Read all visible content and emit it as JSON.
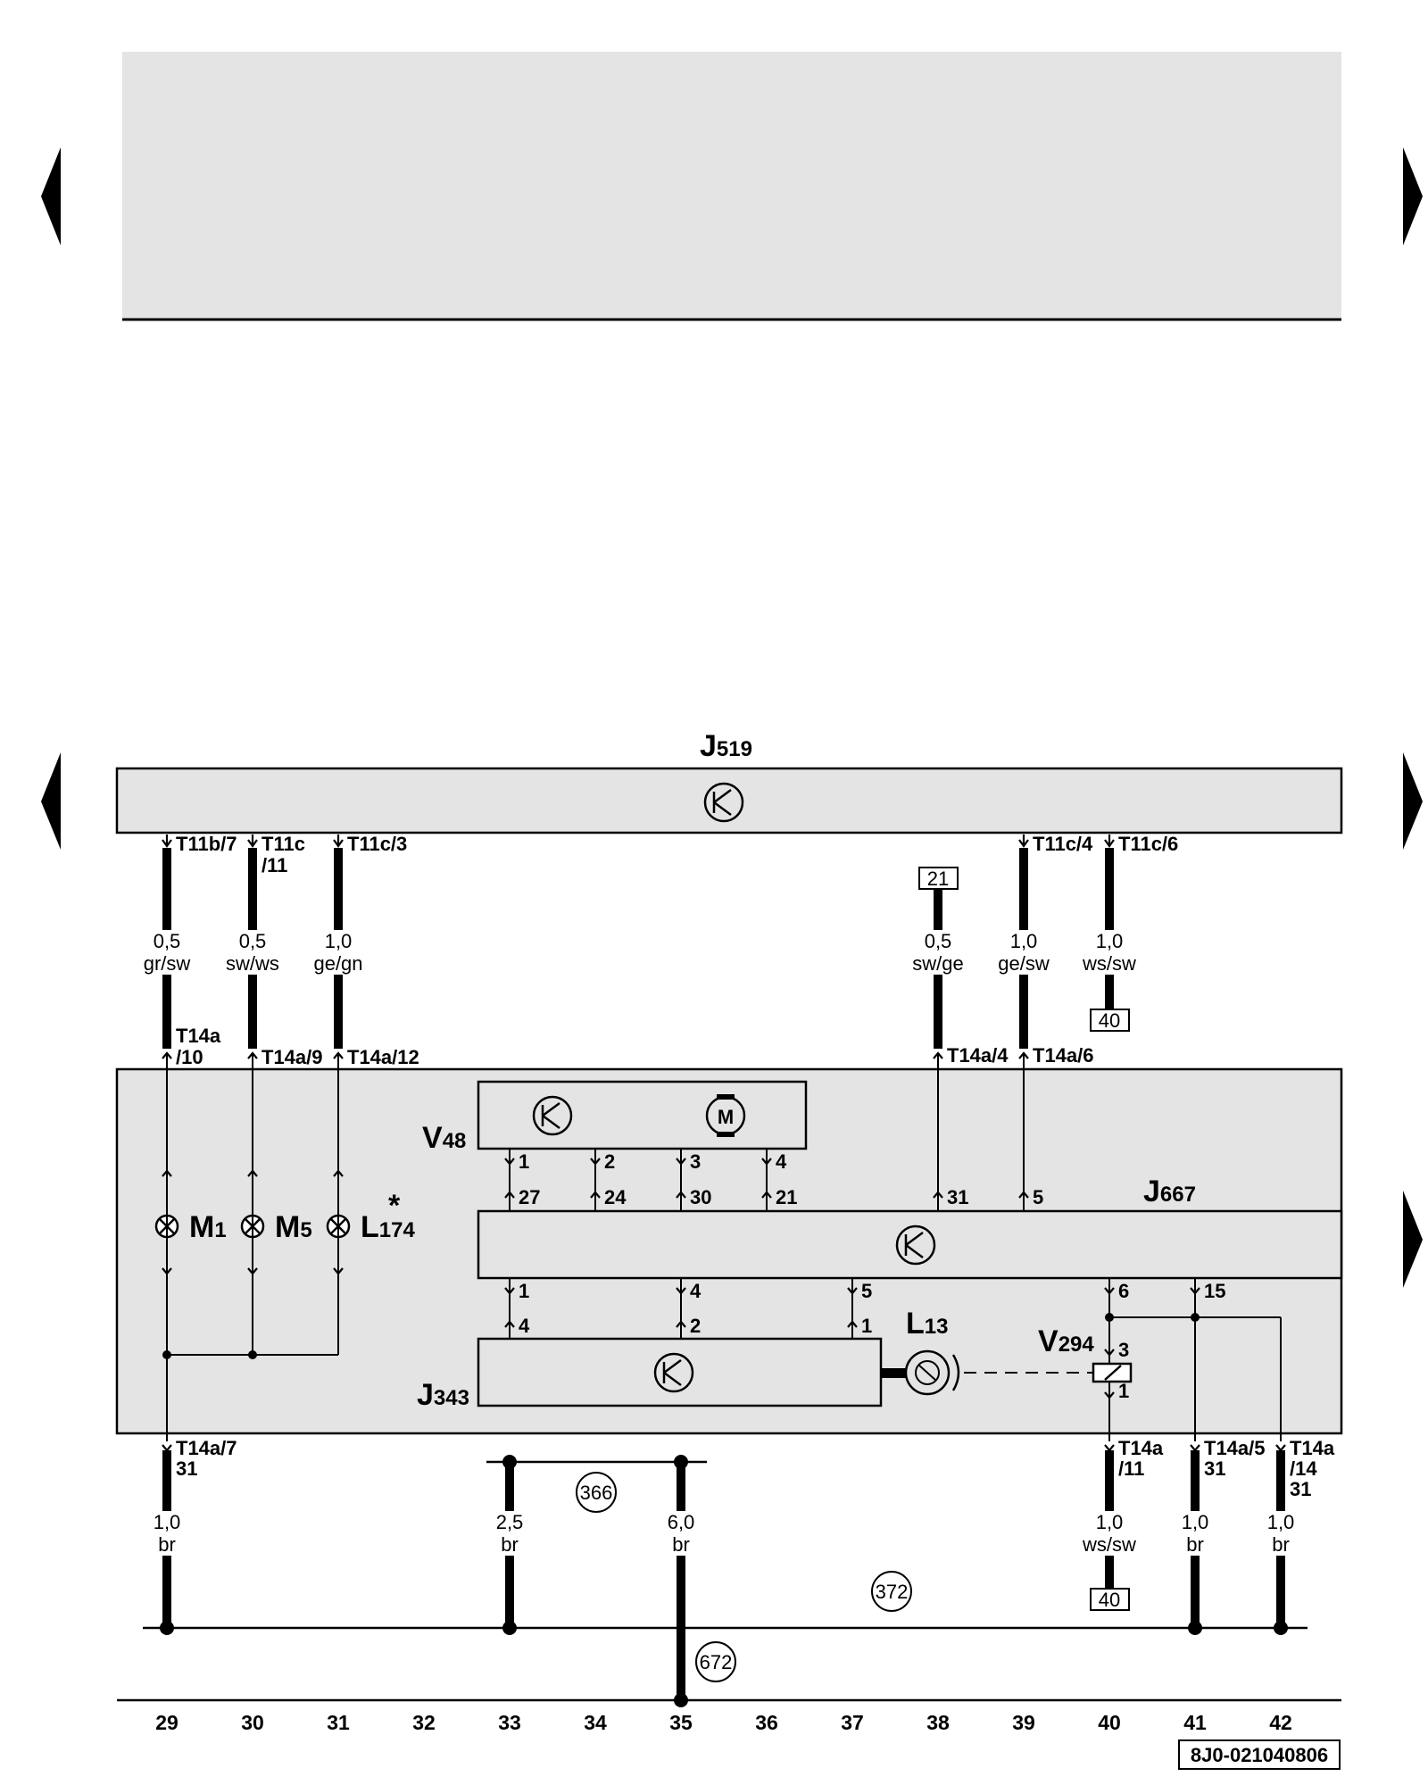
{
  "components": {
    "j519": {
      "letter": "J",
      "num": "519"
    },
    "j667": {
      "letter": "J",
      "num": "667"
    },
    "j343": {
      "letter": "J",
      "num": "343"
    },
    "v48": {
      "letter": "V",
      "num": "48"
    },
    "v294": {
      "letter": "V",
      "num": "294"
    },
    "l13": {
      "letter": "L",
      "num": "13"
    },
    "m1": {
      "letter": "M",
      "num": "1"
    },
    "m5": {
      "letter": "M",
      "num": "5"
    },
    "l174": {
      "letter": "L",
      "num": "174",
      "star": "*"
    },
    "motor": {
      "letter": "M"
    }
  },
  "connectors": {
    "t11b7": "T11b/7",
    "t11c11a": "T11c",
    "t11c11b": "/11",
    "t11c3": "T11c/3",
    "t11c4": "T11c/4",
    "t11c6": "T11c/6",
    "t14a10a": "T14a",
    "t14a10b": "/10",
    "t14a9": "T14a/9",
    "t14a12": "T14a/12",
    "t14a4": "T14a/4",
    "t14a6": "T14a/6",
    "t14a7": "T14a/7",
    "t14a7b": "31",
    "t14a11a": "T14a",
    "t14a11b": "/11",
    "t14a5": "T14a/5",
    "t14a5b": "31",
    "t14a14a": "T14a",
    "t14a14b": "/14",
    "t14a14c": "31"
  },
  "wires": {
    "w29": {
      "size": "0,5",
      "color": "gr/sw"
    },
    "w30": {
      "size": "0,5",
      "color": "sw/ws"
    },
    "w31": {
      "size": "1,0",
      "color": "ge/gn"
    },
    "w38": {
      "size": "0,5",
      "color": "sw/ge"
    },
    "w39": {
      "size": "1,0",
      "color": "ge/sw"
    },
    "w40": {
      "size": "1,0",
      "color": "ws/sw"
    },
    "g29": {
      "size": "1,0",
      "color": "br"
    },
    "g33": {
      "size": "2,5",
      "color": "br"
    },
    "g35": {
      "size": "6,0",
      "color": "br"
    },
    "g40": {
      "size": "1,0",
      "color": "ws/sw"
    },
    "g41": {
      "size": "1,0",
      "color": "br"
    },
    "g42": {
      "size": "1,0",
      "color": "br"
    }
  },
  "pins": {
    "v48": [
      "1",
      "2",
      "3",
      "4"
    ],
    "j667top": [
      "27",
      "24",
      "30",
      "21",
      "31",
      "5"
    ],
    "j667bot": [
      "1",
      "4",
      "5",
      "6",
      "15"
    ],
    "j343": [
      "4",
      "2",
      "1"
    ],
    "v294": [
      "3",
      "1"
    ]
  },
  "refs": {
    "r21": "21",
    "r40a": "40",
    "r40b": "40"
  },
  "grounds": {
    "g366": "366",
    "g372": "372",
    "g672": "672"
  },
  "columns": [
    "29",
    "30",
    "31",
    "32",
    "33",
    "34",
    "35",
    "36",
    "37",
    "38",
    "39",
    "40",
    "41",
    "42"
  ],
  "doc_id": "8J0-021040806"
}
